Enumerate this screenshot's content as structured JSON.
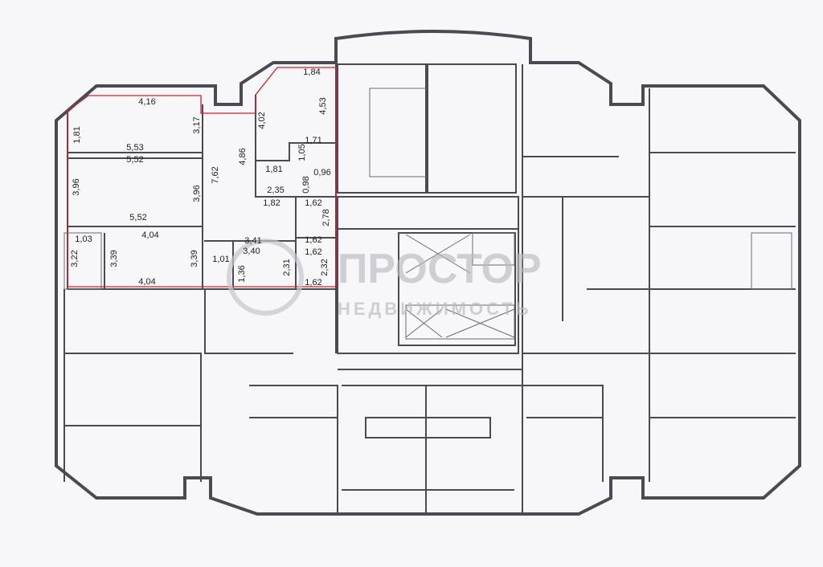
{
  "watermark": {
    "title": "ПРОСТОР",
    "subtitle": "НЕДВИЖИМОСТЬ"
  },
  "highlight_color": "#d0202a",
  "dimensions": [
    "4,16",
    "1,81",
    "3,17",
    "5,53",
    "5,52",
    "3,96",
    "3,96",
    "7,62",
    "5,52",
    "4,04",
    "1,03",
    "3,22",
    "3,39",
    "3,39",
    "4,04",
    "1,84",
    "4,53",
    "4,02",
    "1,71",
    "1,05",
    "4,86",
    "1,81",
    "0,96",
    "0,98",
    "2,35",
    "1,82",
    "1,62",
    "2,78",
    "3,41",
    "1,62",
    "3,40",
    "1,62",
    "1,01",
    "1,36",
    "2,31",
    "2,32",
    "1,62"
  ]
}
